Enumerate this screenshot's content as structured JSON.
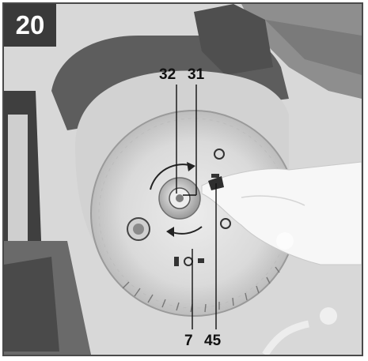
{
  "figure": {
    "number": "20",
    "callouts": {
      "top_left": "32",
      "top_right": "31",
      "bottom_left": "7",
      "bottom_right": "45"
    }
  }
}
